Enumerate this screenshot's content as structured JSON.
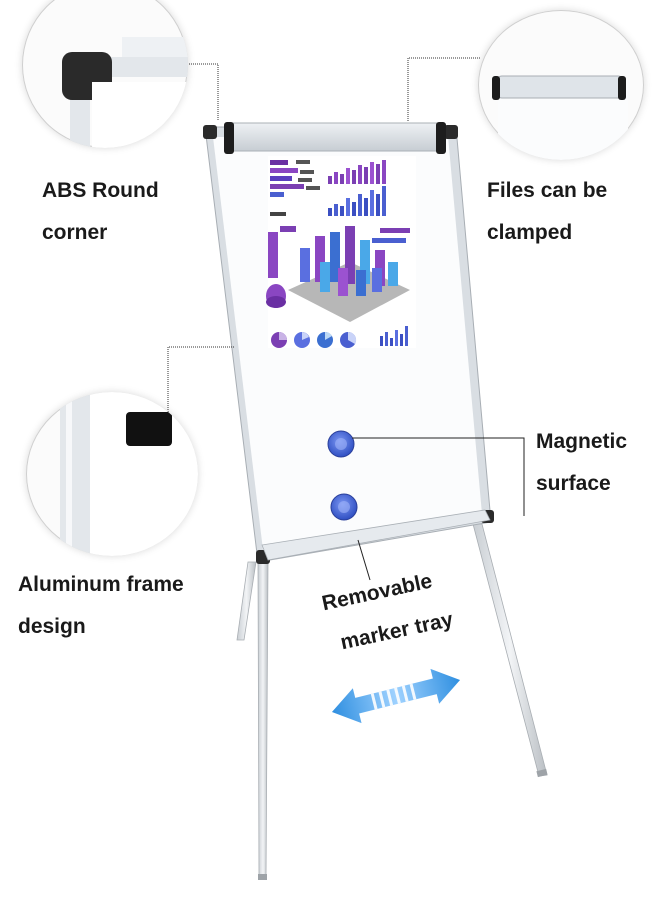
{
  "callouts": {
    "abs_corner": {
      "line1": "ABS Round",
      "line2": "corner"
    },
    "files_clamped": {
      "line1": "Files can be",
      "line2": "clamped"
    },
    "aluminum_frame": {
      "line1": "Aluminum frame",
      "line2": "design"
    },
    "magnetic_surface": {
      "line1": "Magnetic",
      "line2": "surface"
    },
    "marker_tray": {
      "line1": "Removable",
      "line2": "marker tray"
    }
  },
  "colors": {
    "frame": "#d8dde2",
    "frame_corner": "#2b2b2b",
    "magnet": "#3f63d6",
    "chart_purple": "#7b3fb3",
    "chart_blue": "#3b6fd1",
    "arrow_blue": "#2f8fe0"
  }
}
